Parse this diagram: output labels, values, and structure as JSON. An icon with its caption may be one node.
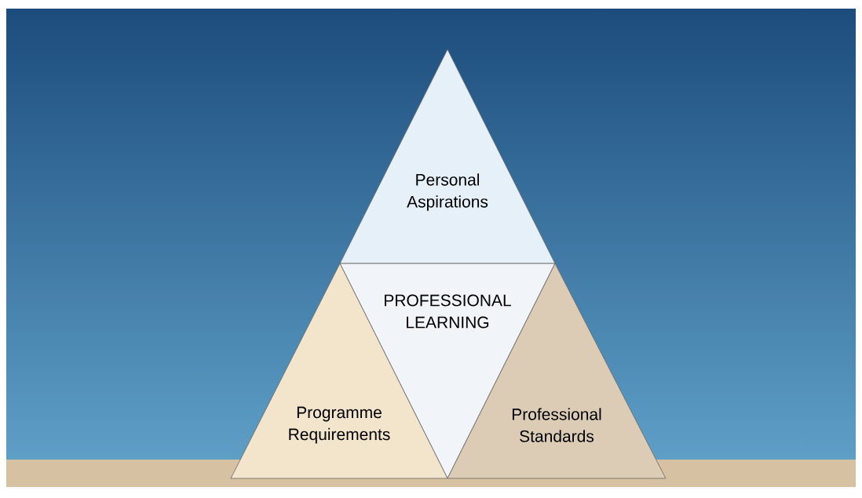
{
  "diagram": {
    "nodes": [
      {
        "text": [
          "Personal Aspirations"
        ]
      },
      {
        "text": [
          "PROFESSIONAL LEARNING"
        ]
      },
      {
        "text": [
          "Programme Requirements"
        ]
      },
      {
        "text": [
          "Professional Standards"
        ]
      }
    ]
  }
}
